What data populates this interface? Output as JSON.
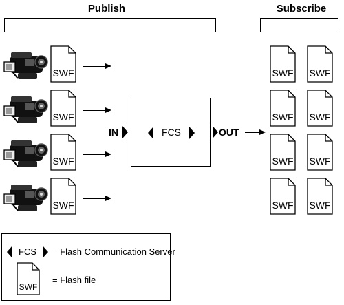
{
  "headers": {
    "publish": "Publish",
    "subscribe": "Subscribe"
  },
  "publishers": [
    {
      "file_label": "SWF"
    },
    {
      "file_label": "SWF"
    },
    {
      "file_label": "SWF"
    },
    {
      "file_label": "SWF"
    }
  ],
  "server": {
    "label": "FCS",
    "in_label": "IN",
    "out_label": "OUT"
  },
  "subscribers": [
    {
      "file_label": "SWF"
    },
    {
      "file_label": "SWF"
    },
    {
      "file_label": "SWF"
    },
    {
      "file_label": "SWF"
    },
    {
      "file_label": "SWF"
    },
    {
      "file_label": "SWF"
    },
    {
      "file_label": "SWF"
    },
    {
      "file_label": "SWF"
    }
  ],
  "legend": {
    "fcs_symbol": "FCS",
    "fcs_text": "= Flash Communication Server",
    "swf_symbol": "SWF",
    "swf_text": "= Flash file"
  },
  "icons": {
    "camera": "video-camera-icon",
    "file": "swf-file-icon"
  }
}
